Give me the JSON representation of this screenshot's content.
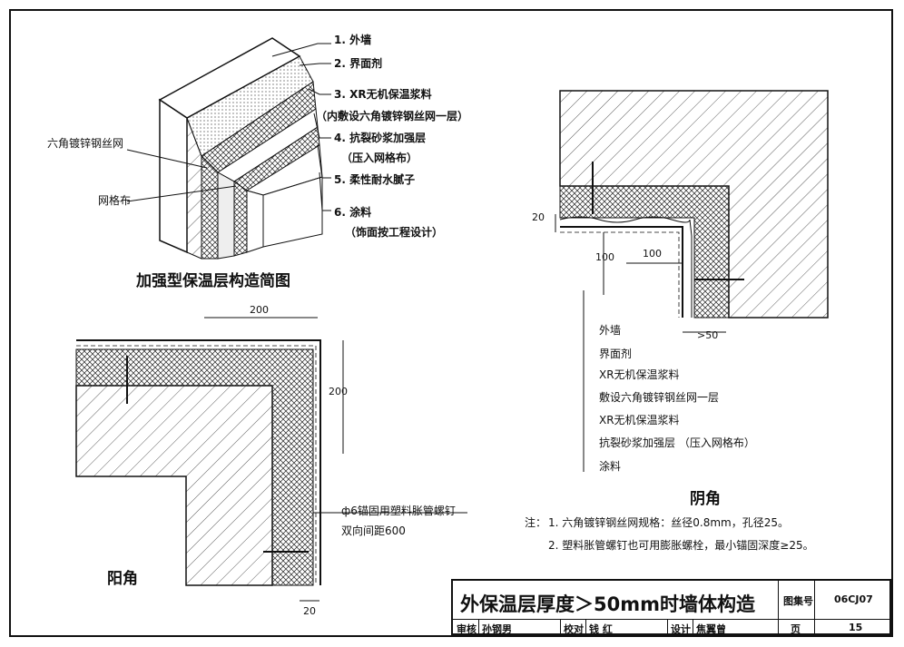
{
  "iso": {
    "labels": [
      "1. 外墙",
      "2. 界面剂",
      "3. XR无机保温浆料",
      "（内敷设六角镀锌钢丝网一层）",
      "4. 抗裂砂浆加强层",
      "（压入网格布）",
      "5. 柔性耐水腻子",
      "6. 涂料",
      "（饰面按工程设计）"
    ],
    "left_labels": [
      "六角镀锌钢丝网",
      "网格布"
    ],
    "caption": "加强型保温层构造简图"
  },
  "inner_corner": {
    "dims": [
      "20",
      "100",
      "100",
      ">50"
    ],
    "legend": [
      "外墙",
      "界面剂",
      "XR无机保温浆料",
      "敷设六角镀锌钢丝网一层",
      "XR无机保温浆料",
      "抗裂砂浆加强层 （压入网格布）",
      "涂料"
    ],
    "caption": "阴角"
  },
  "outer_corner": {
    "dims": [
      "200",
      "200",
      "20"
    ],
    "anchor_note": [
      "ф6锚固用塑料胀管螺钉",
      "双向间距600"
    ],
    "caption": "阳角"
  },
  "notes": {
    "prefix": "注：",
    "items": [
      "1. 六角镀锌钢丝网规格：丝径0.8mm，孔径25。",
      "2. 塑料胀管螺钉也可用膨胀螺栓，最小锚固深度≥25。"
    ]
  },
  "title_block": {
    "title": "外保温层厚度＞50mm时墙体构造",
    "atlas_label": "图集号",
    "atlas_no": "06CJ07",
    "page_label": "页",
    "page_no": "15",
    "row": [
      "审核",
      "孙钢男",
      "校对",
      "钱 红",
      "设计",
      "焦翼曾"
    ]
  }
}
